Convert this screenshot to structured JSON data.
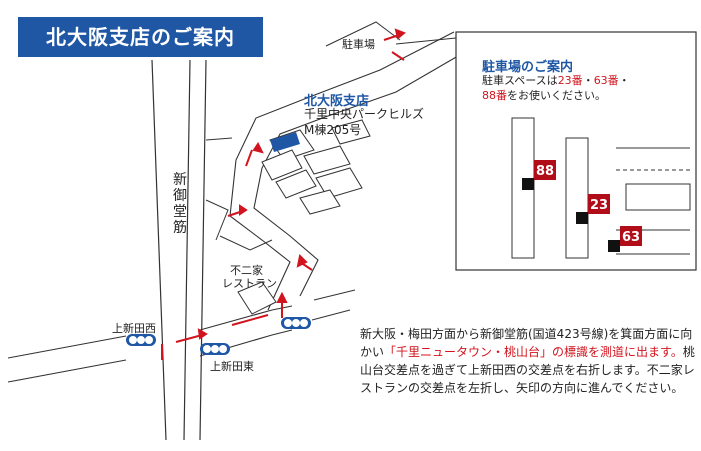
{
  "title": "北大阪支店のご案内",
  "map": {
    "road_label": "新御堂筋",
    "parking_label": "駐車場",
    "restaurant_label_1": "不二家",
    "restaurant_label_2": "レストラン",
    "signal_labels": [
      "上新田西",
      "上新田東"
    ]
  },
  "store": {
    "name": "北大阪支店",
    "address_line1": "千里中央パークヒルズ",
    "address_line2": "M棟205号"
  },
  "parking_panel": {
    "title": "駐車場のご案内",
    "text_prefix": "駐車スペースは",
    "spot_a": "23番",
    "sep": "・",
    "spot_b": "63番",
    "spot_c": "88番",
    "text_suffix": "をお使いください。",
    "spots": [
      "88",
      "23",
      "63"
    ]
  },
  "directions": {
    "part1": "新大阪・梅田方面から新御堂筋(国道423号線)を箕面方面に向かい",
    "highlight": "「千里ニュータウン・桃山台」の標識を測道に出ます。",
    "part2": "桃山台交差点を過ぎて上新田西の交差点を右折します。不二家レストランの交差点を左折し、矢印の方向に進んでください。"
  },
  "colors": {
    "brand": "#1f57a5",
    "accent": "#d2141e",
    "spot": "#b00d18"
  }
}
